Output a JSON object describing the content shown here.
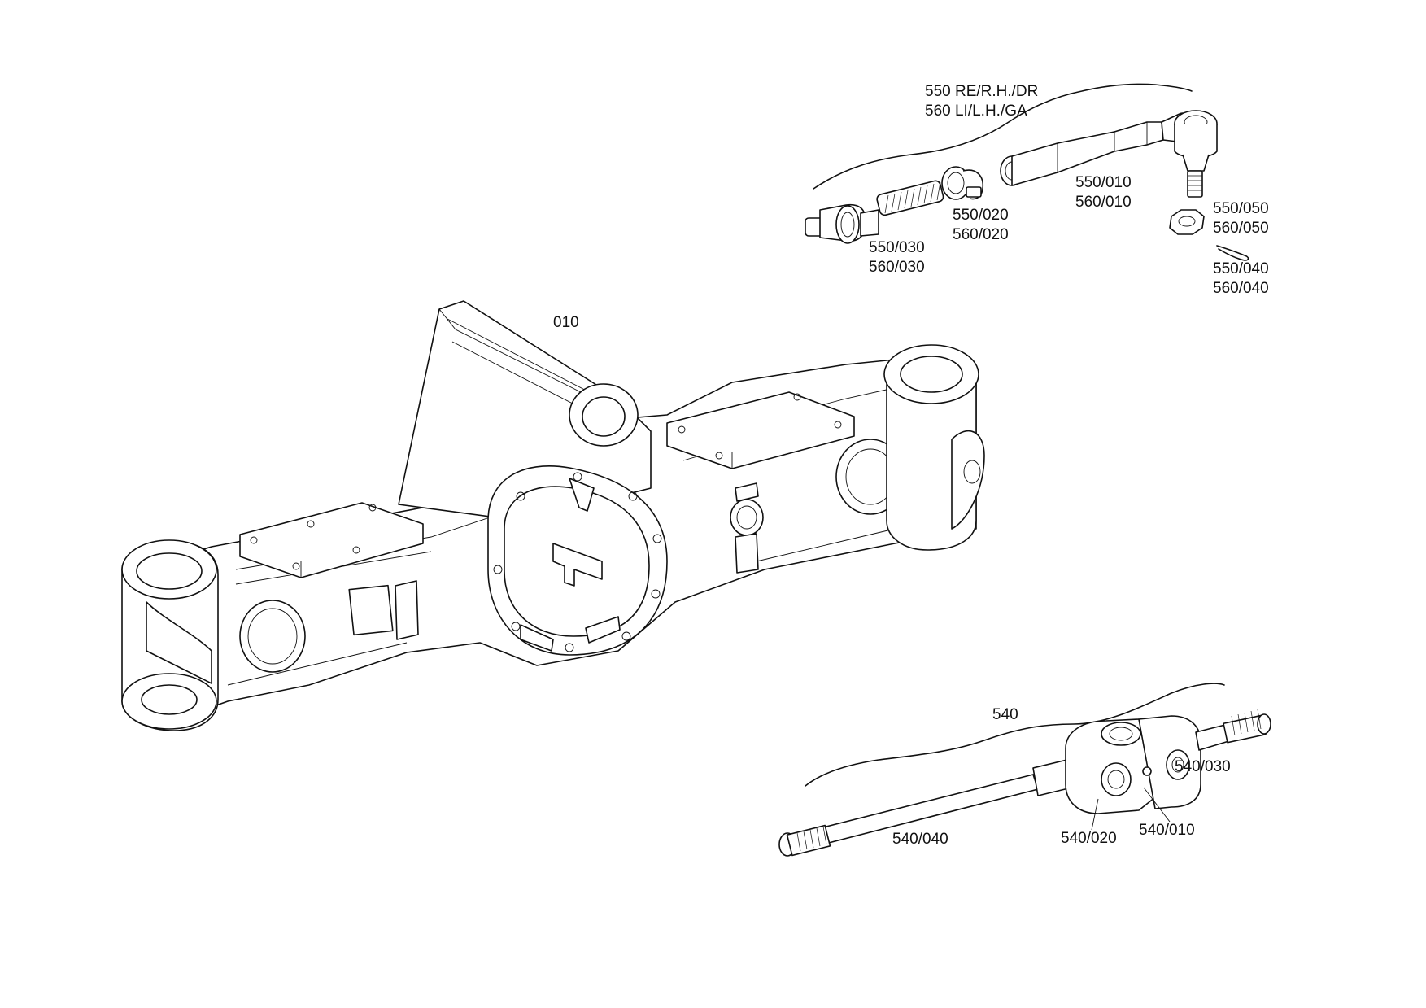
{
  "tie_rod_group": {
    "title_line1": "550 RE/R.H./DR",
    "title_line2": "560 LI/L.H./GA",
    "parts": [
      {
        "id": "tube",
        "line1": "550/010",
        "line2": "560/010"
      },
      {
        "id": "clamp",
        "line1": "550/020",
        "line2": "560/020"
      },
      {
        "id": "inner_joint",
        "line1": "550/030",
        "line2": "560/030"
      },
      {
        "id": "nut",
        "line1": "550/050",
        "line2": "560/050"
      },
      {
        "id": "cotter_pin",
        "line1": "550/040",
        "line2": "560/040"
      }
    ]
  },
  "axle_housing": {
    "label": "010"
  },
  "shaft_group": {
    "title": "540",
    "parts": [
      {
        "id": "outer_stub",
        "label": "540/030"
      },
      {
        "id": "inner_shaft",
        "label": "540/040"
      },
      {
        "id": "yoke",
        "label": "540/020"
      },
      {
        "id": "cross_joint",
        "label": "540/010"
      }
    ]
  }
}
